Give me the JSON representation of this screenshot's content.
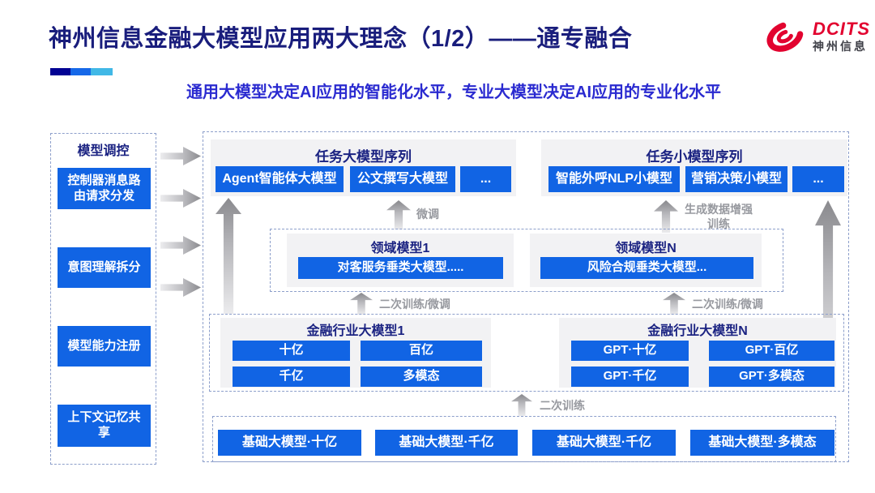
{
  "colors": {
    "accent_blue": "#1164E4",
    "title_navy": "#191D7C",
    "subtitle_blue": "#2A2AD0",
    "brand_red": "#E2032F",
    "label_gray": "#97999F",
    "deco_segments": [
      "#020293",
      "#1668E8",
      "#41B8E6"
    ]
  },
  "header": {
    "title": "神州信息金融大模型应用两大理念（1/2）——通专融合",
    "subtitle": "通用大模型决定AI应用的智能化水平，专业大模型决定AI应用的专业化水平",
    "logo": {
      "brand": "DCITS",
      "brand_cn": "神州信息"
    }
  },
  "sidebar": {
    "title": "模型调控",
    "items": [
      "控制器消息路由请求分发",
      "意图理解拆分",
      "模型能力注册",
      "上下文记忆共享"
    ]
  },
  "task_large_models": {
    "title": "任务大模型序列",
    "items": [
      "Agent智能体大模型",
      "公文撰写大模型",
      "..."
    ]
  },
  "task_small_models": {
    "title": "任务小模型序列",
    "items": [
      "智能外呼NLP小模型",
      "营销决策小模型",
      "..."
    ]
  },
  "arrow_labels": {
    "fine_tune": "微调",
    "gen_data_training": "生成数据增强训练",
    "retrain_finetune": "二次训练/微调",
    "retrain": "二次训练"
  },
  "domain_models": {
    "groups": [
      {
        "title": "领域模型1",
        "item": "对客服务垂类大模型....."
      },
      {
        "title": "领域模型N",
        "item": "风险合规垂类大模型..."
      }
    ]
  },
  "industry_models": {
    "groups": [
      {
        "title": "金融行业大模型1",
        "items": [
          "十亿",
          "百亿",
          "千亿",
          "多模态"
        ]
      },
      {
        "title": "金融行业大模型N",
        "items": [
          "GPT·十亿",
          "GPT·百亿",
          "GPT·千亿",
          "GPT·多模态"
        ]
      }
    ]
  },
  "base_models": {
    "items": [
      "基础大模型·十亿",
      "基础大模型·千亿",
      "基础大模型·千亿",
      "基础大模型·多模态"
    ]
  }
}
